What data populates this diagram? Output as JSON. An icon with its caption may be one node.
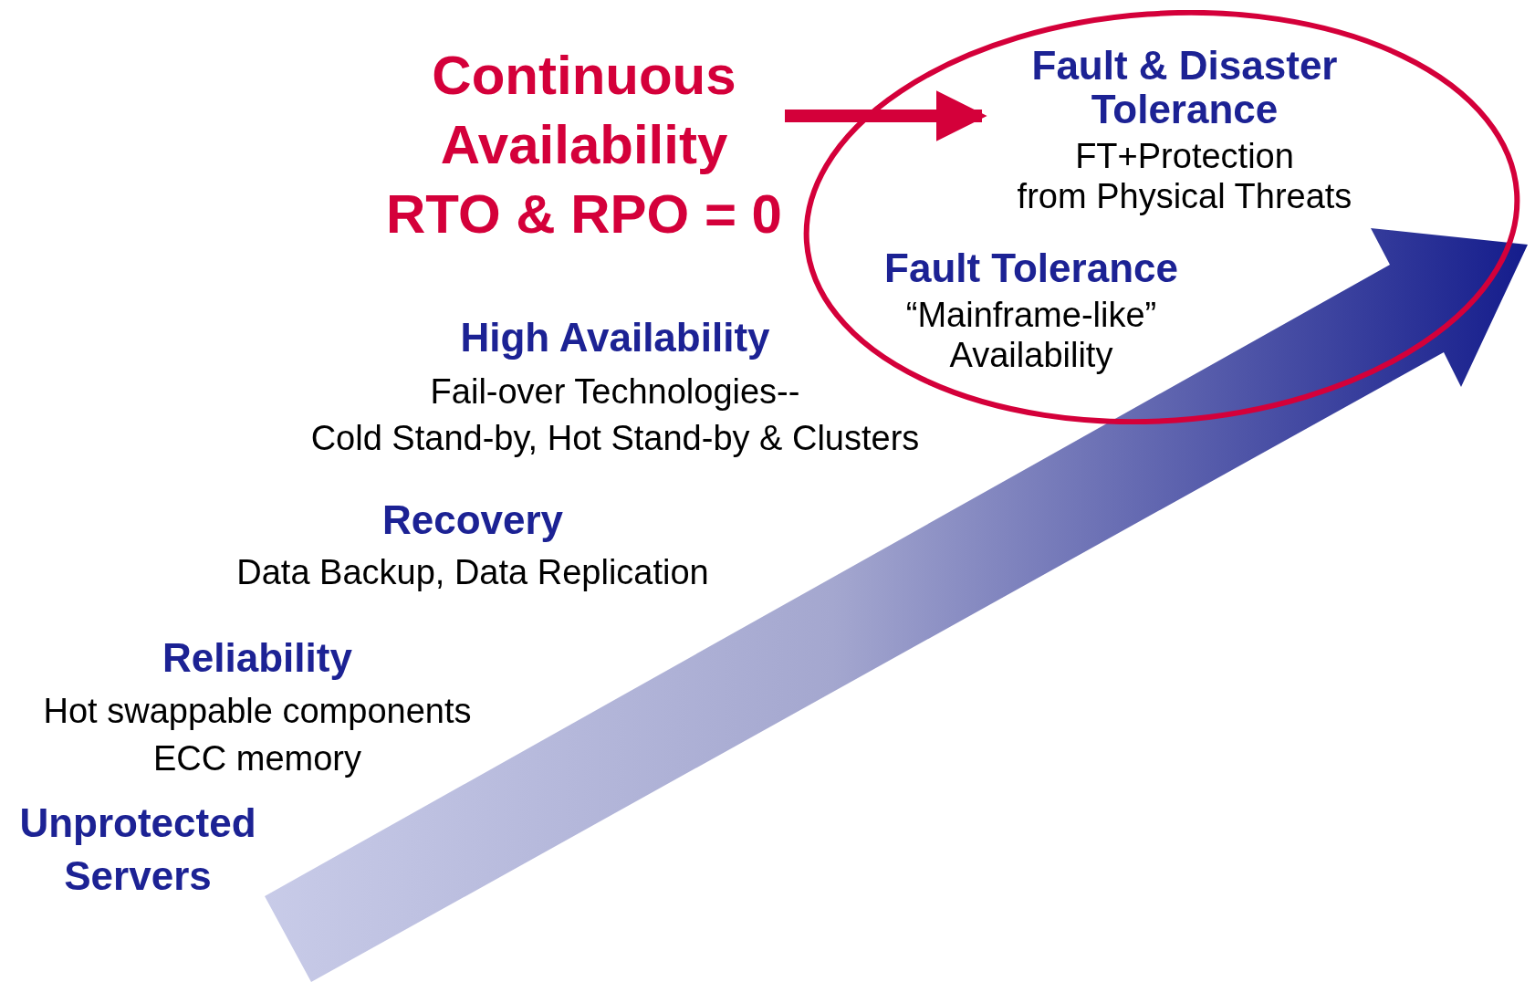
{
  "diagram": {
    "nodes": [
      {
        "text": [],
        "shape": "ellipse"
      },
      {
        "text": [
          "Continuous Availability",
          "RTO & RPO = 0"
        ]
      },
      {
        "text": [
          "Fault & Disaster Tolerance",
          "FT+Protection",
          "from Physical Threats"
        ],
        "in": 0
      },
      {
        "text": [
          "Fault Tolerance",
          "“Mainframe-like”",
          "Availability"
        ],
        "in": 0
      }
    ],
    "edges": [
      {
        "from": 1,
        "to": 2,
        "arrow": "to",
        "color": "#d4003a"
      }
    ],
    "labels": [
      "High Availability",
      "Fail-over Technologies--",
      "Cold Stand-by, Hot Stand-by & Clusters",
      "Recovery",
      "Data Backup, Data Replication",
      "Reliability",
      "Hot swappable components",
      "ECC memory",
      "Unprotected Servers"
    ]
  }
}
